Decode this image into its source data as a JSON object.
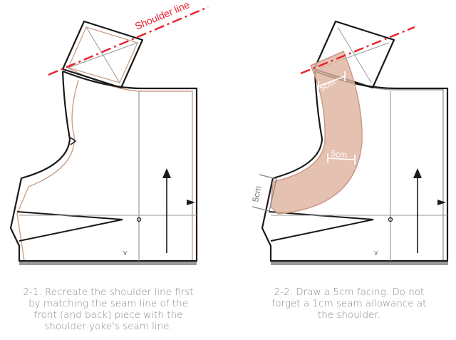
{
  "colors": {
    "outline": "#1a1a1a",
    "seam": "#c9a08a",
    "guide": "#999999",
    "shoulder_line": "#e8202a",
    "facing_fill": "#dfb3a0",
    "facing_stroke": "#c99a85",
    "base_bar": "#9a9a9a",
    "caption": "#8a8a8a"
  },
  "panels": {
    "left": {
      "shoulder_label": "Shoulder line",
      "caption_lines": [
        "2-1. Recreate the shoulder line first",
        "by matching the seam line of the",
        "front (and back) piece with the",
        "shoulder yoke's seam line."
      ]
    },
    "right": {
      "facing_labels": [
        "5cm",
        "5cm",
        "5cm"
      ],
      "caption_lines": [
        "2-2. Draw a 5cm facing. Do not",
        "forget a 1cm seam allowance at",
        "the shoulder."
      ]
    }
  },
  "icons": [
    "grainline-arrow-icon",
    "notch-icon",
    "fold-mark-icon"
  ]
}
